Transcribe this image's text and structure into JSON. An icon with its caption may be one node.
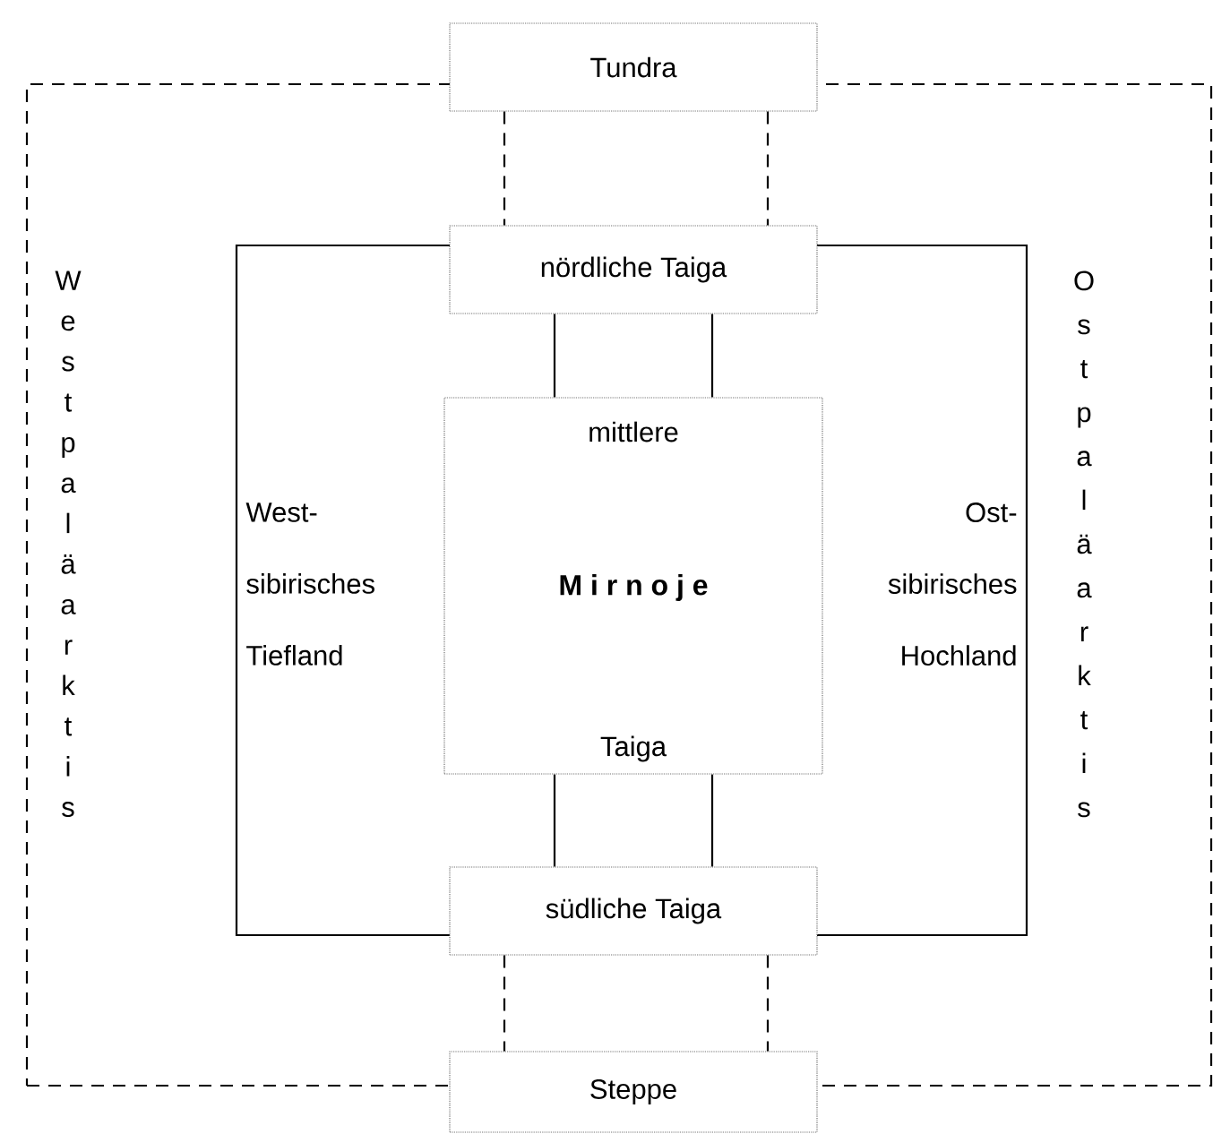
{
  "diagram": {
    "nodes": [
      {
        "text": [
          "Westpaläarktis",
          "Ostpaläarktis"
        ]
      },
      {
        "text": [
          "Tundra"
        ]
      },
      {
        "text": [
          "West- sibirisches Tiefland",
          "Ost- sibirisches Hochland"
        ],
        "in": 0
      },
      {
        "text": [
          "nördliche Taiga"
        ],
        "in": 0
      },
      {
        "text": [
          "mittlere",
          "M i r n o j e",
          "Taiga"
        ],
        "in": 2
      },
      {
        "text": [
          "südliche Taiga"
        ],
        "in": 0
      },
      {
        "text": [
          "Steppe"
        ]
      }
    ],
    "edges": [
      {
        "from": 1,
        "to": 3,
        "arrow": "none",
        "style": "dashed"
      },
      {
        "from": 1,
        "to": 3,
        "arrow": "none",
        "style": "dashed"
      },
      {
        "from": 3,
        "to": 4,
        "arrow": "none"
      },
      {
        "from": 3,
        "to": 4,
        "arrow": "none"
      },
      {
        "from": 4,
        "to": 5,
        "arrow": "none"
      },
      {
        "from": 4,
        "to": 5,
        "arrow": "none"
      },
      {
        "from": 5,
        "to": 6,
        "arrow": "none",
        "style": "dashed"
      },
      {
        "from": 5,
        "to": 6,
        "arrow": "none",
        "style": "dashed"
      }
    ]
  }
}
